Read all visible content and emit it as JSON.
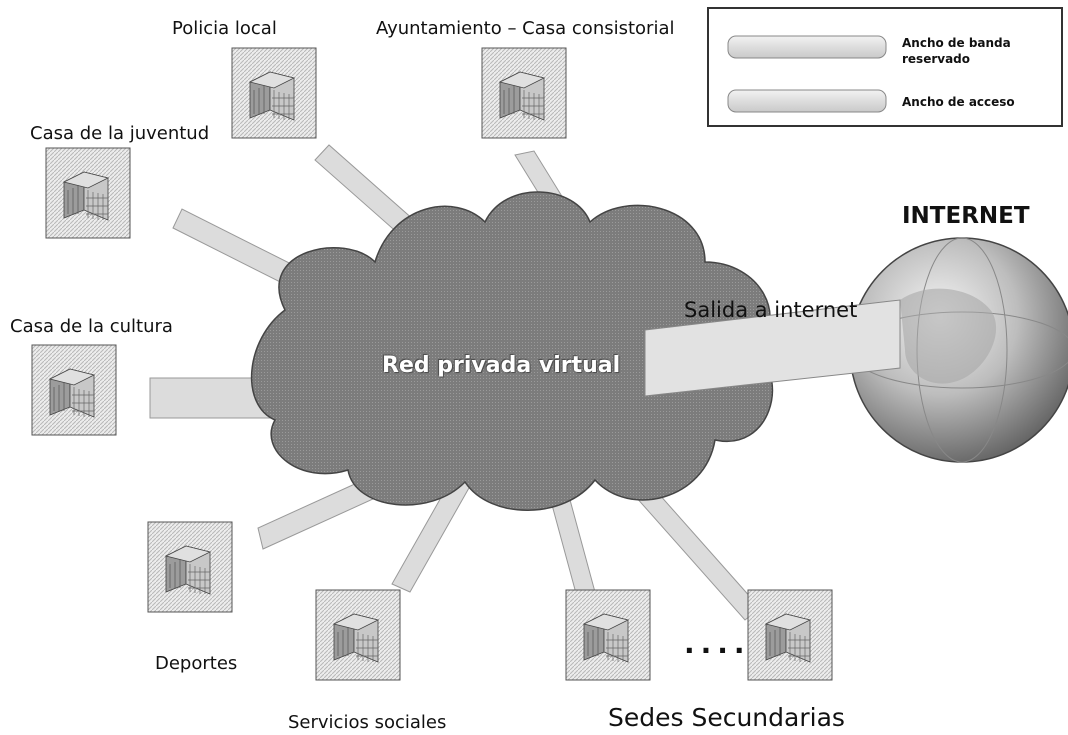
{
  "nodes": {
    "policia_local": "Policia local",
    "ayuntamiento": "Ayuntamiento – Casa consistorial",
    "casa_juventud": "Casa de la juventud",
    "casa_cultura": "Casa de la cultura",
    "deportes": "Deportes",
    "servicios_sociales": "Servicios sociales"
  },
  "network": {
    "vpn_label": "Red privada virtual",
    "internet_title": "INTERNET",
    "internet_exit_label": "Salida a internet"
  },
  "secondary": {
    "title": "Sedes Secundarias",
    "ellipsis": "...."
  },
  "legend": {
    "reserved_bandwidth": "Ancho de banda reservado",
    "access_bandwidth": "Ancho de acceso"
  },
  "colors": {
    "cloud": "#7f7f7f",
    "pipe": "#dcdcdc",
    "globe": "#8a8a8a",
    "building": "#b5b5b5"
  },
  "icons": [
    "building-icon",
    "cloud-shape",
    "globe-icon",
    "pipe-connector"
  ]
}
